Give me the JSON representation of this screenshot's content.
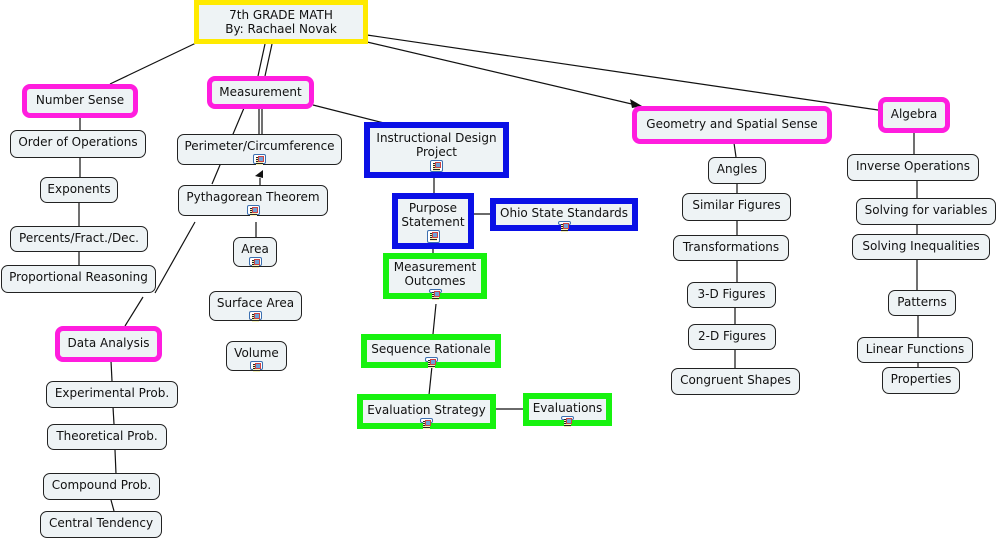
{
  "title": {
    "line1": "7th GRADE MATH",
    "line2": "By: Rachael Novak"
  },
  "colors": {
    "root_border": "#ffea00",
    "strand_border": "#ff1dde",
    "project_border": "#0a10e6",
    "outcome_border": "#17f20f",
    "node_fill": "#eef3f5",
    "link": "#111111"
  },
  "strands": {
    "number_sense": {
      "label": "Number Sense",
      "items": [
        "Order of Operations",
        "Exponents",
        "Percents/Fract./Dec.",
        "Proportional Reasoning"
      ]
    },
    "measurement": {
      "label": "Measurement",
      "items": [
        "Perimeter/Circumference",
        "Pythagorean Theorem",
        "Area",
        "Surface Area",
        "Volume"
      ]
    },
    "data_analysis": {
      "label": "Data Analysis",
      "items": [
        "Experimental Prob.",
        "Theoretical Prob.",
        "Compound Prob.",
        "Central Tendency"
      ]
    },
    "geometry": {
      "label": "Geometry and Spatial Sense",
      "items": [
        "Angles",
        "Similar Figures",
        "Transformations",
        "3-D Figures",
        "2-D Figures",
        "Congruent Shapes"
      ]
    },
    "algebra": {
      "label": "Algebra",
      "items": [
        "Inverse Operations",
        "Solving for variables",
        "Solving Inequalities",
        "Patterns",
        "Linear Functions",
        "Properties"
      ]
    }
  },
  "project": {
    "instructional_design": "Instructional Design\nProject",
    "purpose_statement": "Purpose\nStatement",
    "ohio_standards": "Ohio State Standards",
    "measurement_outcomes": "Measurement\nOutcomes",
    "sequence_rationale": "Sequence Rationale",
    "evaluation_strategy": "Evaluation Strategy",
    "evaluations": "Evaluations"
  },
  "icons": {
    "resource": "document-resource-icon"
  }
}
